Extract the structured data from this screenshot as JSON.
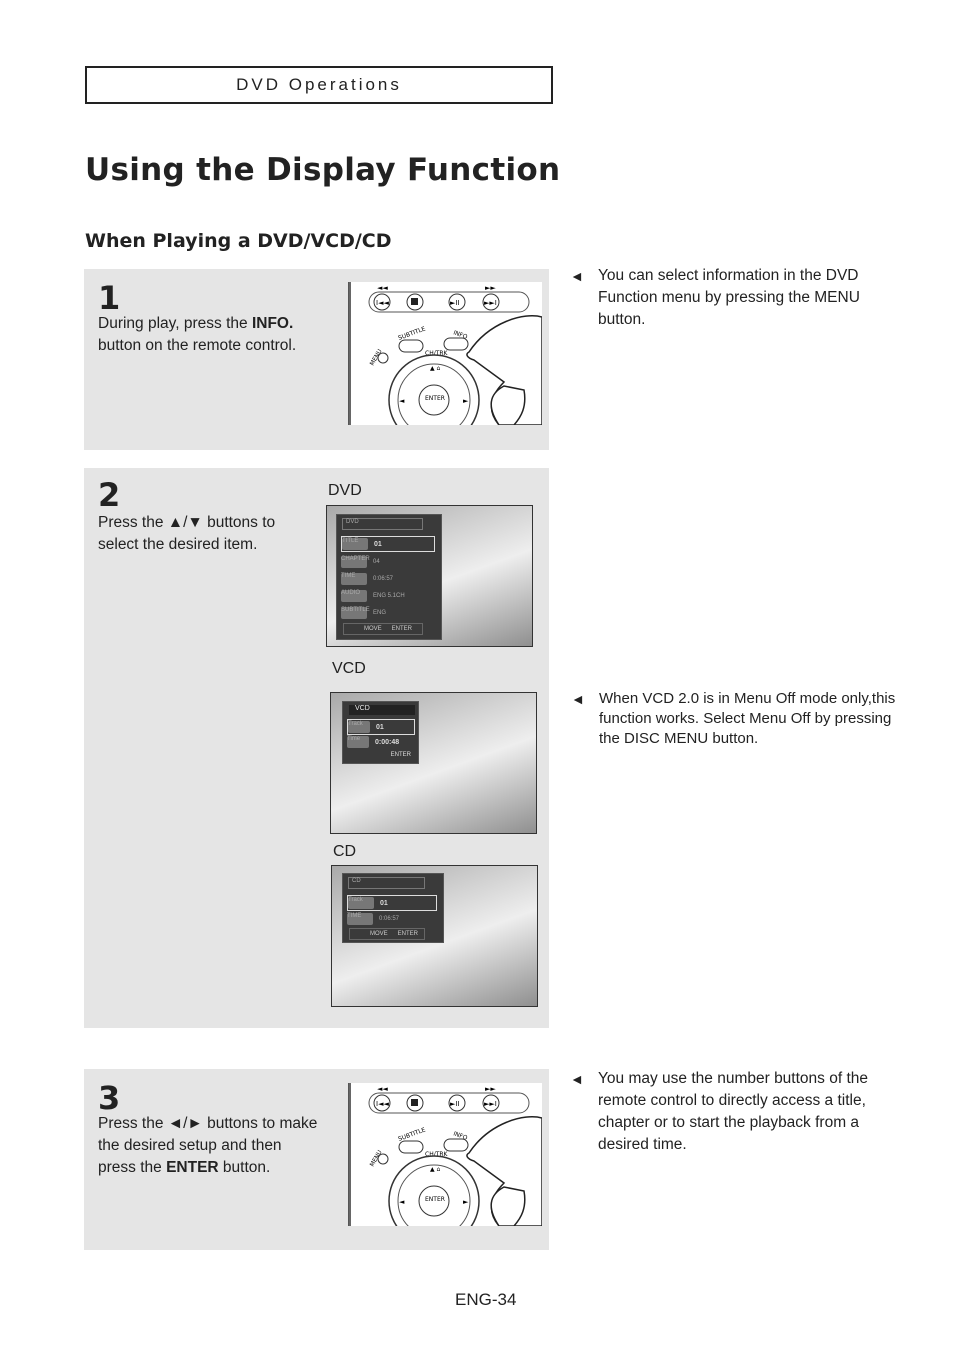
{
  "header": {
    "section": "DVD Operations"
  },
  "page_title": "Using the Display Function",
  "subtitle": "When Playing a DVD/VCD/CD",
  "step1": {
    "number": "1",
    "text_a": "During play, press the ",
    "text_bold": "INFO.",
    "text_b": " button on the remote control.",
    "note": "You can select information in the DVD Function menu by pressing the MENU button."
  },
  "step2": {
    "number": "2",
    "text": "Press the ▲/▼ buttons to select the desired item.",
    "dvd_label": "DVD",
    "vcd_label": "VCD",
    "cd_label": "CD",
    "note": "When VCD 2.0 is in Menu Off mode only,this function works. Select Menu Off by pressing the DISC MENU button.",
    "dvd_osd": {
      "header": "DVD",
      "rows": [
        {
          "icon": "TITLE",
          "value": "01"
        },
        {
          "icon": "CHAPTER",
          "value": "04"
        },
        {
          "icon": "TIME",
          "value": "0:06:57"
        },
        {
          "icon": "AUDIO",
          "value": "ENG 5.1CH"
        },
        {
          "icon": "SUBTITLE",
          "value": "ENG"
        }
      ],
      "footer_move": "MOVE",
      "footer_enter": "ENTER"
    },
    "vcd_osd": {
      "header": "VCD",
      "rows": [
        {
          "icon": "Track",
          "value": "01"
        },
        {
          "icon": "Time",
          "value": "0:00:48"
        }
      ],
      "footer_enter": "ENTER"
    },
    "cd_osd": {
      "header": "CD",
      "rows": [
        {
          "icon": "Track",
          "value": "01"
        },
        {
          "icon": "TIME",
          "value": "0:06:57"
        }
      ],
      "footer_move": "MOVE",
      "footer_enter": "ENTER"
    }
  },
  "step3": {
    "number": "3",
    "text_a": "Press the ◄/► buttons to make the desired setup and then press the ",
    "text_bold": "ENTER",
    "text_b": " button.",
    "note": "You may use the number buttons of the remote control to directly access a title, chapter or to start the playback from a desired time."
  },
  "remote": {
    "subtitle": "SUBTITLE",
    "info": "INFO",
    "menu": "MENU",
    "ch_trk": "CH/TRK",
    "enter": "ENTER"
  },
  "note_arrow": "◄",
  "footer": {
    "page": "ENG-34"
  }
}
